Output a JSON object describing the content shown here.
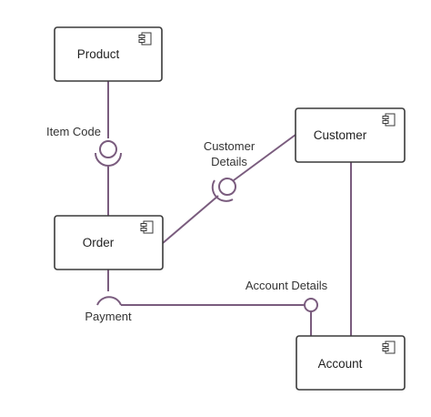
{
  "diagram": {
    "components": {
      "product": "Product",
      "customer": "Customer",
      "order": "Order",
      "account": "Account"
    },
    "interfaces": {
      "item_code": "Item Code",
      "customer_details_line1": "Customer",
      "customer_details_line2": "Details",
      "account_details": "Account Details",
      "payment": "Payment"
    },
    "colors": {
      "connector": "#7a5c7e",
      "component_border": "#3a3a3a"
    },
    "icons": {
      "component": "uml-component-icon"
    }
  }
}
